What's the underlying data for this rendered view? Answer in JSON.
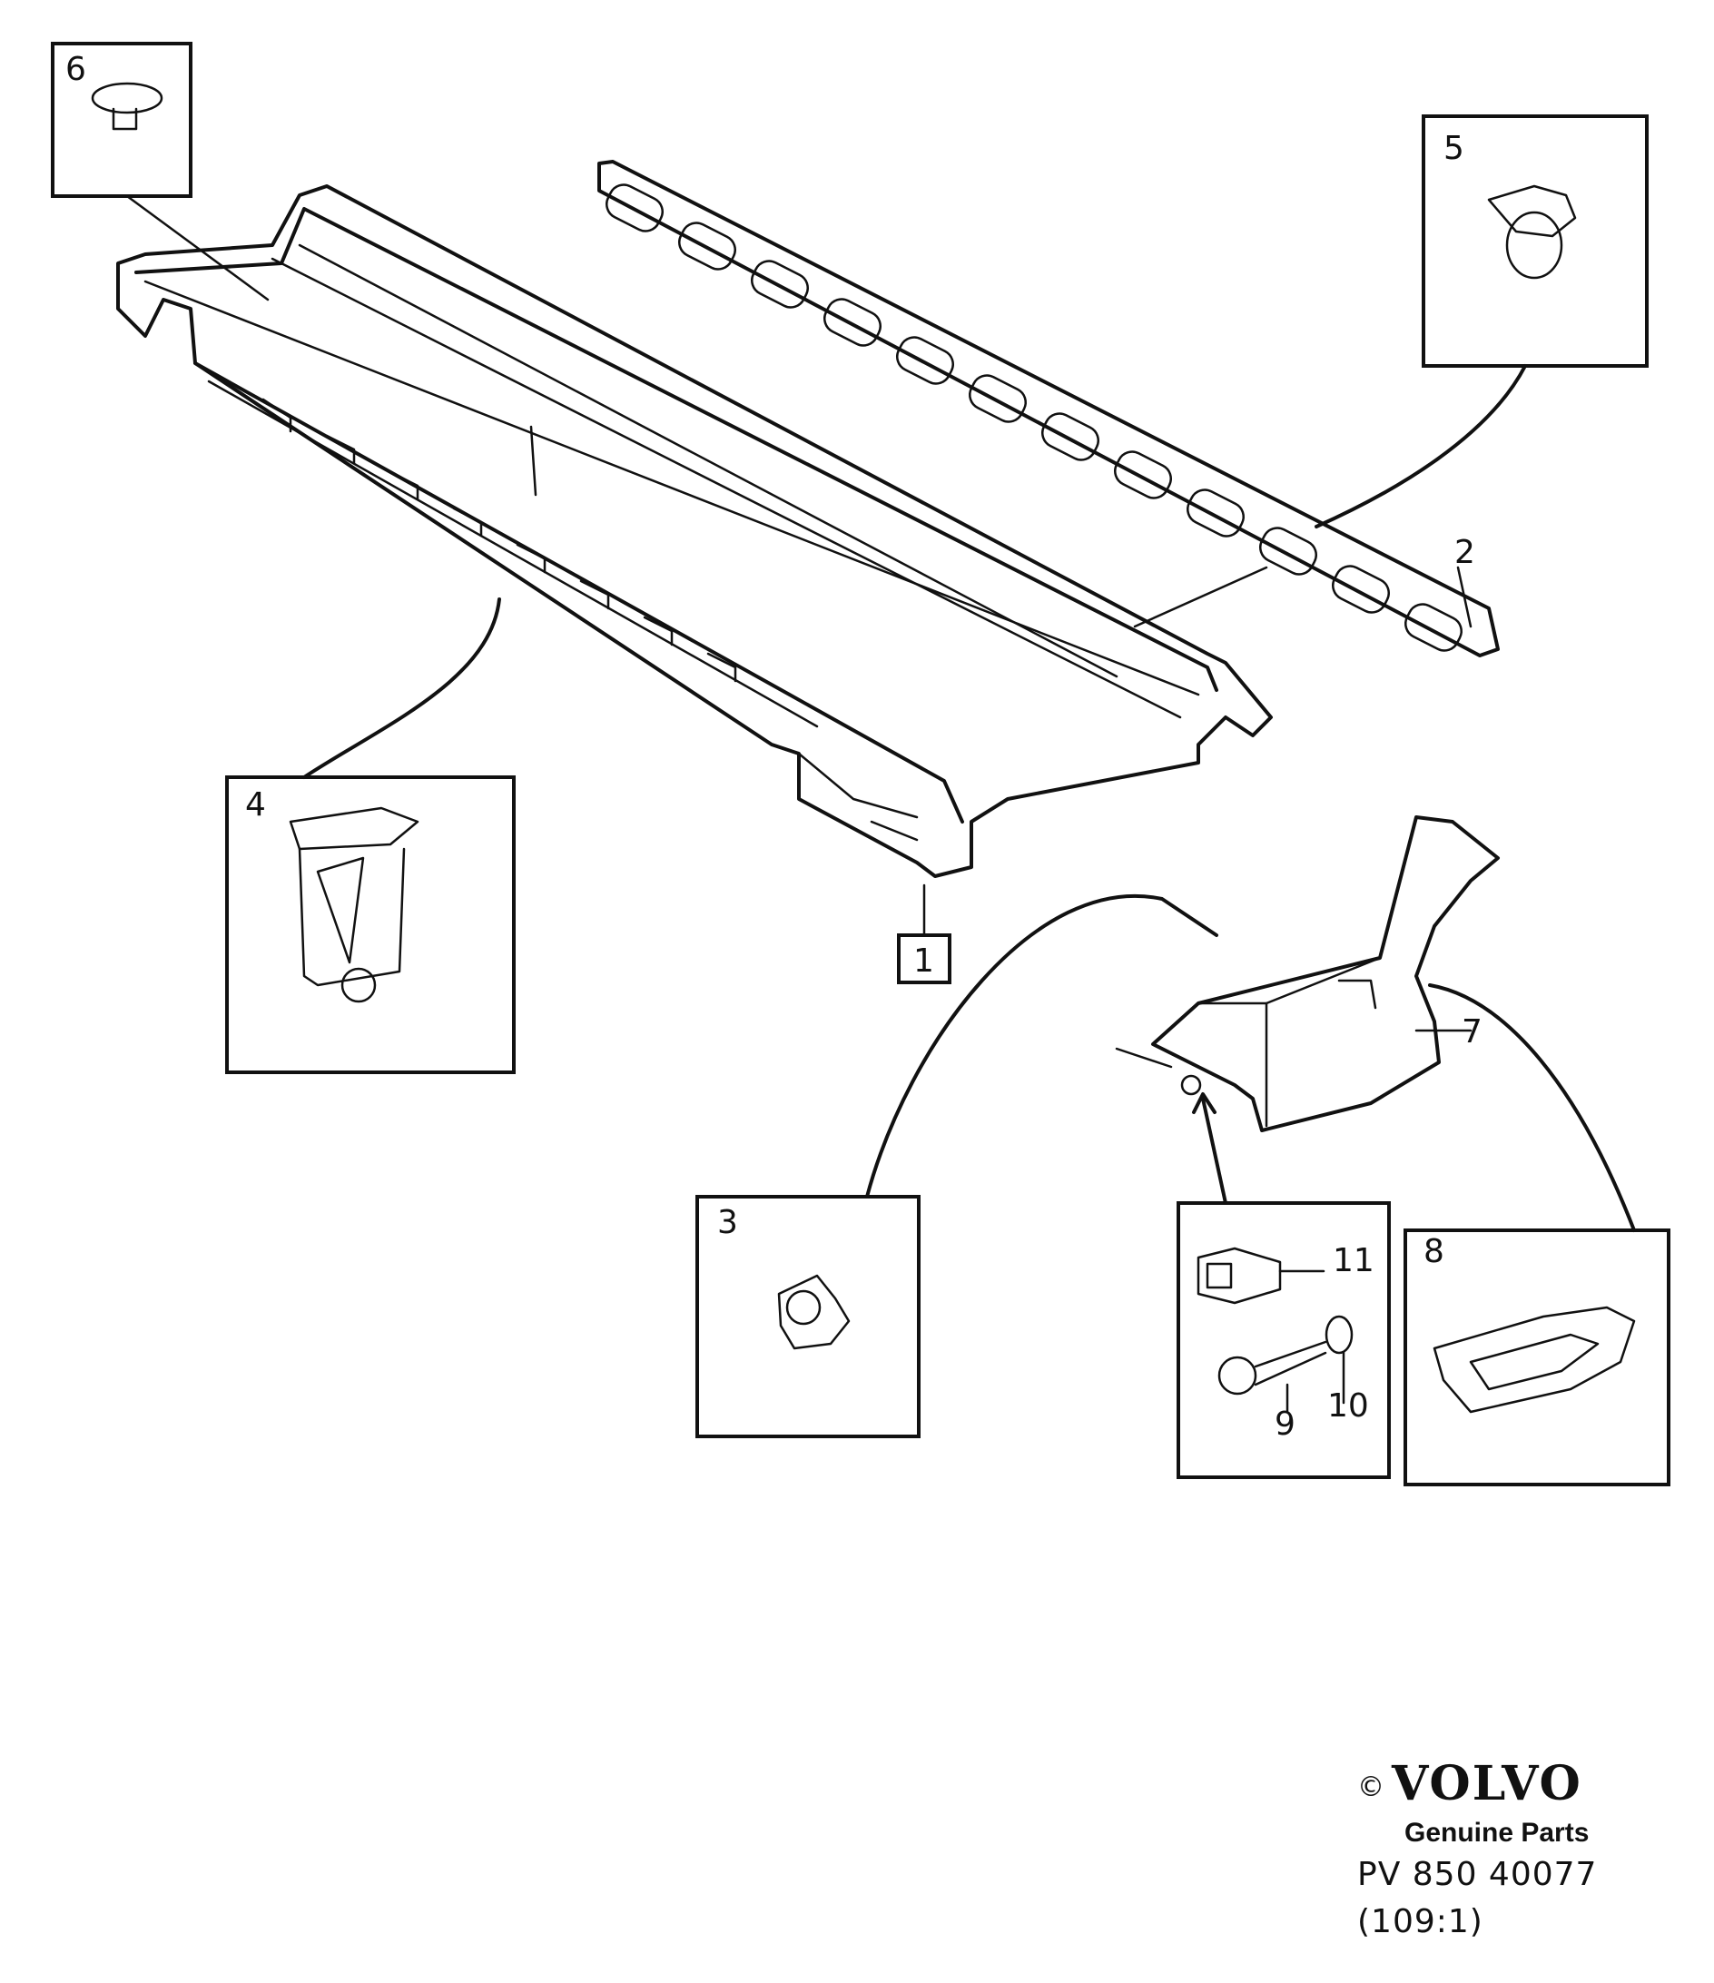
{
  "callouts": {
    "c1": "1",
    "c2": "2",
    "c3": "3",
    "c4": "4",
    "c5": "5",
    "c6": "6",
    "c7": "7",
    "c8": "8",
    "c9": "9",
    "c10": "10",
    "c11": "11"
  },
  "brand": {
    "copyright": "©",
    "logo": "VOLVO",
    "tagline": "Genuine Parts",
    "code": "PV 850 40077",
    "reference": "(109:1)"
  }
}
